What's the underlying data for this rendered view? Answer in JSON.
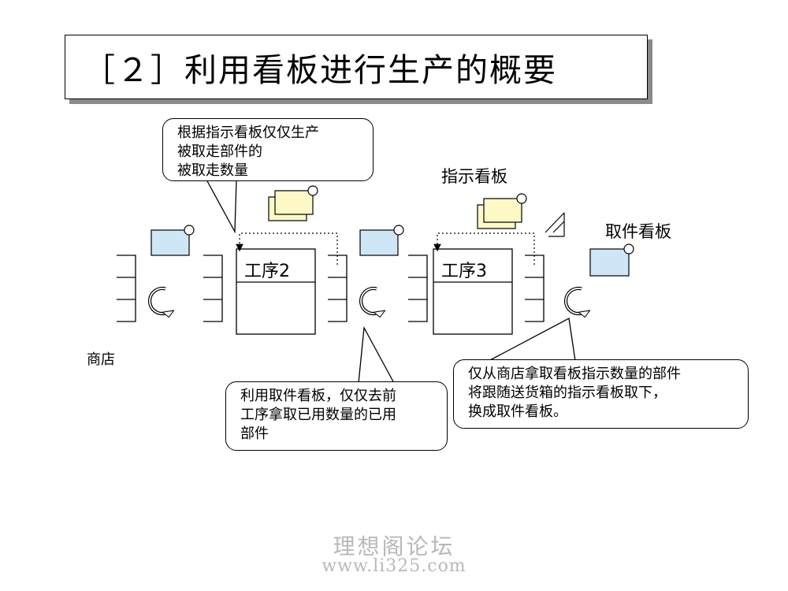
{
  "title": "［２］利用看板进行生产的概要",
  "callouts": {
    "top_left": [
      "根据指示看板仅仅生产",
      "被取走部件的",
      "被取走数量"
    ],
    "bottom_middle": [
      "利用取件看板，仅仅去前",
      "工序拿取已用数量的已用",
      "部件"
    ],
    "bottom_right": [
      "仅从商店拿取看板指示数量的部件",
      "将跟随送货箱的指示看板取下，",
      "换成取件看板。"
    ]
  },
  "labels": {
    "production_kanban": "指示看板",
    "withdrawal_kanban": "取件看板",
    "store": "商店",
    "process2": "工序2",
    "process3": "工序3"
  },
  "watermark": {
    "line1": "理想阁论坛",
    "line2": "www.li325.com"
  },
  "colors": {
    "withdrawal_kanban": "#cfe6f7",
    "production_kanban": "#fdf8c6"
  }
}
